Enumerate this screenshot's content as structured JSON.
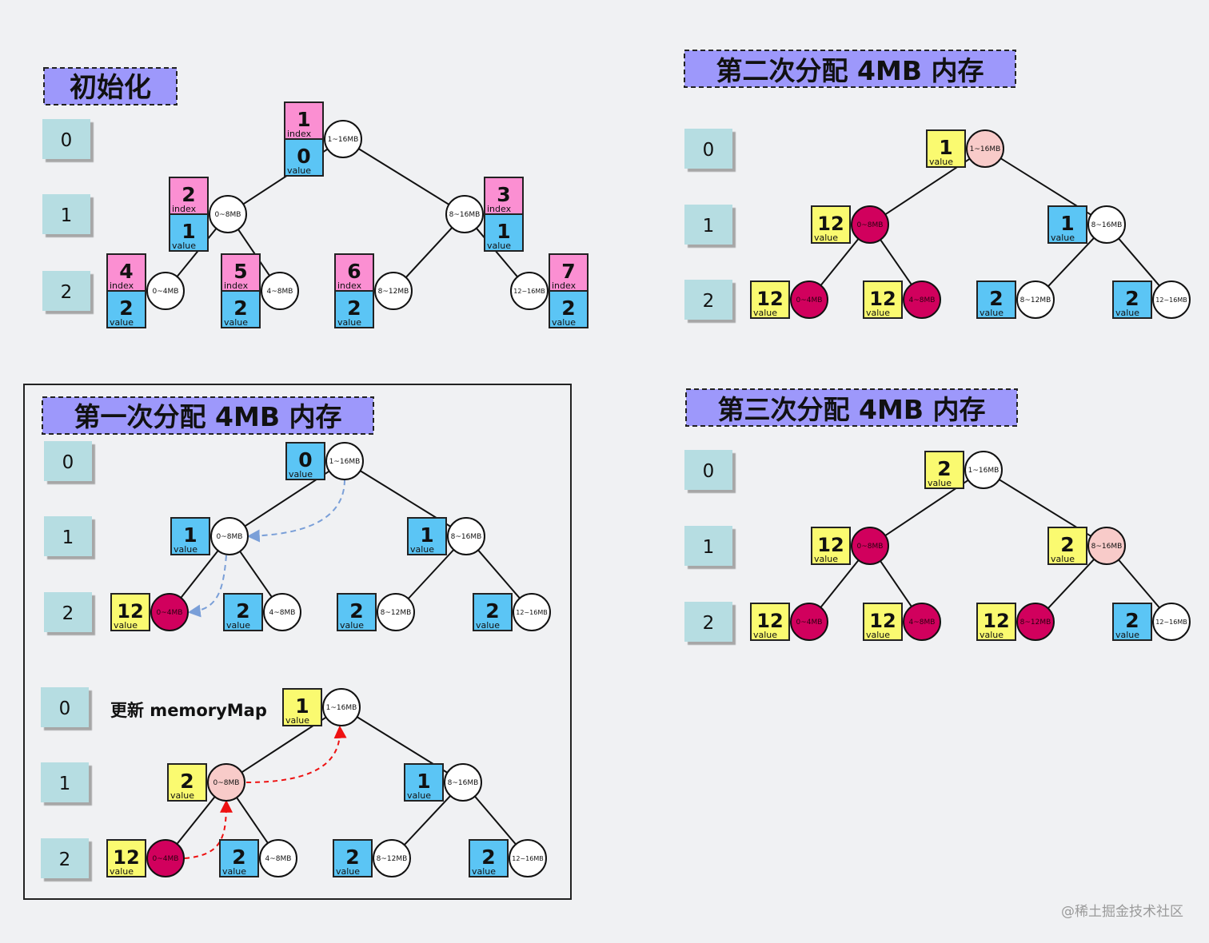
{
  "colors": {
    "background": "#f0f1f3",
    "title_bg": "#9d98fb",
    "level_box": "#b6dde2",
    "index_box": "#fb8fd2",
    "value_blue": "#5bc5f5",
    "value_yellow": "#fafa70",
    "node_allocated": "#d1005d",
    "node_partial": "#f8cbc9",
    "node_free": "#ffffff",
    "edge": "#111111",
    "arrow_blue": "#7a9fd8",
    "arrow_red": "#ee1111"
  },
  "labels": {
    "index": "index",
    "value": "value",
    "update_memorymap": "更新 memoryMap",
    "watermark": "@稀土掘金技术社区"
  },
  "panels": {
    "init": {
      "title": "初始化",
      "levels": [
        "0",
        "1",
        "2"
      ],
      "nodes": [
        {
          "id": "n1",
          "range": "1~16MB",
          "index": "1",
          "value": "0",
          "state": "free"
        },
        {
          "id": "n2",
          "range": "0~8MB",
          "index": "2",
          "value": "1",
          "state": "free"
        },
        {
          "id": "n3",
          "range": "8~16MB",
          "index": "3",
          "value": "1",
          "state": "free"
        },
        {
          "id": "n4",
          "range": "0~4MB",
          "index": "4",
          "value": "2",
          "state": "free"
        },
        {
          "id": "n5",
          "range": "4~8MB",
          "index": "5",
          "value": "2",
          "state": "free"
        },
        {
          "id": "n6",
          "range": "8~12MB",
          "index": "6",
          "value": "2",
          "state": "free"
        },
        {
          "id": "n7",
          "range": "12~16MB",
          "index": "7",
          "value": "2",
          "state": "free"
        }
      ]
    },
    "alloc1": {
      "title": "第一次分配 4MB 内存",
      "levels": [
        "0",
        "1",
        "2"
      ],
      "nodes": [
        {
          "id": "n1",
          "range": "1~16MB",
          "value": "0",
          "value_color": "blue",
          "state": "free"
        },
        {
          "id": "n2",
          "range": "0~8MB",
          "value": "1",
          "value_color": "blue",
          "state": "free"
        },
        {
          "id": "n3",
          "range": "8~16MB",
          "value": "1",
          "value_color": "blue",
          "state": "free"
        },
        {
          "id": "n4",
          "range": "0~4MB",
          "value": "12",
          "value_color": "yellow",
          "state": "allocated"
        },
        {
          "id": "n5",
          "range": "4~8MB",
          "value": "2",
          "value_color": "blue",
          "state": "free"
        },
        {
          "id": "n6",
          "range": "8~12MB",
          "value": "2",
          "value_color": "blue",
          "state": "free"
        },
        {
          "id": "n7",
          "range": "12~16MB",
          "value": "2",
          "value_color": "blue",
          "state": "free"
        }
      ]
    },
    "alloc1_update": {
      "levels": [
        "0",
        "1",
        "2"
      ],
      "nodes": [
        {
          "id": "n1",
          "range": "1~16MB",
          "value": "1",
          "value_color": "yellow",
          "state": "free"
        },
        {
          "id": "n2",
          "range": "0~8MB",
          "value": "2",
          "value_color": "yellow",
          "state": "partial"
        },
        {
          "id": "n3",
          "range": "8~16MB",
          "value": "1",
          "value_color": "blue",
          "state": "free"
        },
        {
          "id": "n4",
          "range": "0~4MB",
          "value": "12",
          "value_color": "yellow",
          "state": "allocated"
        },
        {
          "id": "n5",
          "range": "4~8MB",
          "value": "2",
          "value_color": "blue",
          "state": "free"
        },
        {
          "id": "n6",
          "range": "8~12MB",
          "value": "2",
          "value_color": "blue",
          "state": "free"
        },
        {
          "id": "n7",
          "range": "12~16MB",
          "value": "2",
          "value_color": "blue",
          "state": "free"
        }
      ]
    },
    "alloc2": {
      "title": "第二次分配 4MB 内存",
      "levels": [
        "0",
        "1",
        "2"
      ],
      "nodes": [
        {
          "id": "n1",
          "range": "1~16MB",
          "value": "1",
          "value_color": "yellow",
          "state": "partial"
        },
        {
          "id": "n2",
          "range": "0~8MB",
          "value": "12",
          "value_color": "yellow",
          "state": "allocated"
        },
        {
          "id": "n3",
          "range": "8~16MB",
          "value": "1",
          "value_color": "blue",
          "state": "free"
        },
        {
          "id": "n4",
          "range": "0~4MB",
          "value": "12",
          "value_color": "yellow",
          "state": "allocated"
        },
        {
          "id": "n5",
          "range": "4~8MB",
          "value": "12",
          "value_color": "yellow",
          "state": "allocated"
        },
        {
          "id": "n6",
          "range": "8~12MB",
          "value": "2",
          "value_color": "blue",
          "state": "free"
        },
        {
          "id": "n7",
          "range": "12~16MB",
          "value": "2",
          "value_color": "blue",
          "state": "free"
        }
      ]
    },
    "alloc3": {
      "title": "第三次分配 4MB 内存",
      "levels": [
        "0",
        "1",
        "2"
      ],
      "nodes": [
        {
          "id": "n1",
          "range": "1~16MB",
          "value": "2",
          "value_color": "yellow",
          "state": "free"
        },
        {
          "id": "n2",
          "range": "0~8MB",
          "value": "12",
          "value_color": "yellow",
          "state": "allocated"
        },
        {
          "id": "n3",
          "range": "8~16MB",
          "value": "2",
          "value_color": "yellow",
          "state": "partial"
        },
        {
          "id": "n4",
          "range": "0~4MB",
          "value": "12",
          "value_color": "yellow",
          "state": "allocated"
        },
        {
          "id": "n5",
          "range": "4~8MB",
          "value": "12",
          "value_color": "yellow",
          "state": "allocated"
        },
        {
          "id": "n6",
          "range": "8~12MB",
          "value": "12",
          "value_color": "yellow",
          "state": "allocated"
        },
        {
          "id": "n7",
          "range": "12~16MB",
          "value": "2",
          "value_color": "blue",
          "state": "free"
        }
      ]
    }
  }
}
